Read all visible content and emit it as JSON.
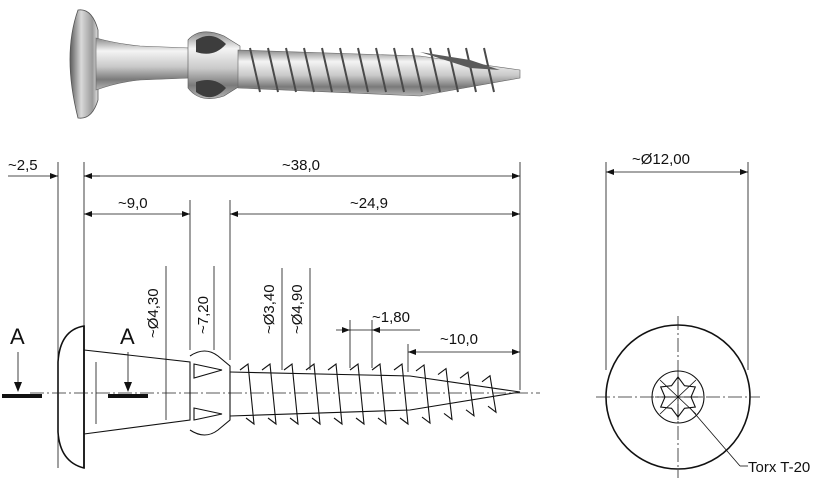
{
  "drawing": {
    "photo_icon": "metal-screw-photo",
    "dimensions": {
      "head_thickness": "~2,5",
      "total_length": "~38,0",
      "unthreaded_length": "~9,0",
      "thread_length": "~24,9",
      "shank_diameter": "~Ø4,30",
      "shoulder_diameter": "~7,20",
      "core_diameter": "~Ø3,40",
      "thread_diameter": "~Ø4,90",
      "pitch": "~1,80",
      "tip_length": "~10,0",
      "head_diameter": "~Ø12,00"
    },
    "section_label_left": "A",
    "section_label_right": "A",
    "drive_label": "Torx T-20",
    "colors": {
      "line": "#111111",
      "metal_light": "#e6e6e6",
      "metal_dark": "#6e6e6e"
    }
  }
}
